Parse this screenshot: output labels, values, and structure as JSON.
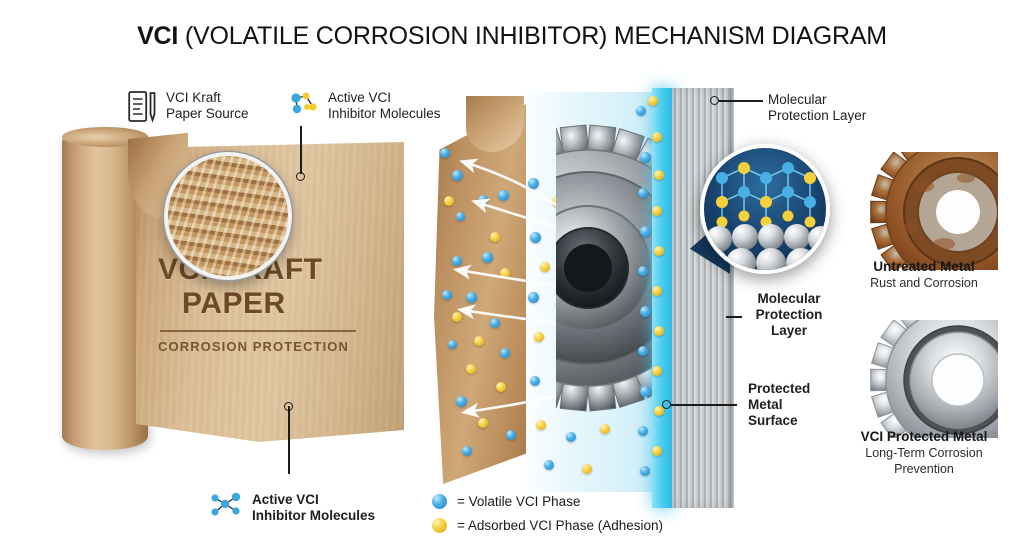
{
  "title": {
    "bold_prefix": "VCI",
    "rest": " (VOLATILE CORROSION INHIBITOR) MECHANISM DIAGRAM"
  },
  "callouts": {
    "paper_source": {
      "line1": "VCI Kraft",
      "line2": "Paper Source",
      "icon": "document-pen-icon"
    },
    "active_molecules_top": {
      "line1": "Active VCI",
      "line2": "Inhibitor Molecules",
      "icon": "molecule-cluster-icon"
    },
    "active_molecules_bottom": {
      "line1": "Active VCI",
      "line2": "Inhibitor Molecules",
      "icon": "molecule-cluster-icon"
    },
    "molecular_protection_right": {
      "line1": "Molecular",
      "line2": "Protection Layer"
    },
    "molecular_protection_center": {
      "line1": "Molecular",
      "line2": "Protection",
      "line3": "Layer"
    },
    "protected_metal_surface": {
      "line1": "Protected",
      "line2": "Metal",
      "line3": "Surface"
    }
  },
  "paper_roll": {
    "title_line1": "VCI KRAFT",
    "title_line2": "PAPER",
    "subtitle": "CORROSION PROTECTION"
  },
  "comparison": {
    "untreated": {
      "title": "Untreated Metal",
      "subtitle": "Rust and Corrosion",
      "icon": "rusty-gear-icon"
    },
    "protected": {
      "title": "VCI Protected Metal",
      "subtitle_line1": "Long-Term Corrosion",
      "subtitle_line2": "Prevention",
      "icon": "clean-gear-icon"
    }
  },
  "legend": [
    {
      "swatch": "blue",
      "text": "= Volatile VCI Phase"
    },
    {
      "swatch": "yellow",
      "text": "= Adsorbed VCI Phase (Adhesion)"
    }
  ],
  "colors": {
    "volatile_phase": "#3BA7E0",
    "adsorbed_phase": "#F5CC2E",
    "protection_layer": "#49CDF0",
    "kraft_paper": "#CDA87D",
    "kraft_text": "#6D4A26",
    "rust": "#A9622E",
    "metal": "#B5B9BC",
    "bubble_bg": "#17406B",
    "background": "#FFFFFF"
  }
}
